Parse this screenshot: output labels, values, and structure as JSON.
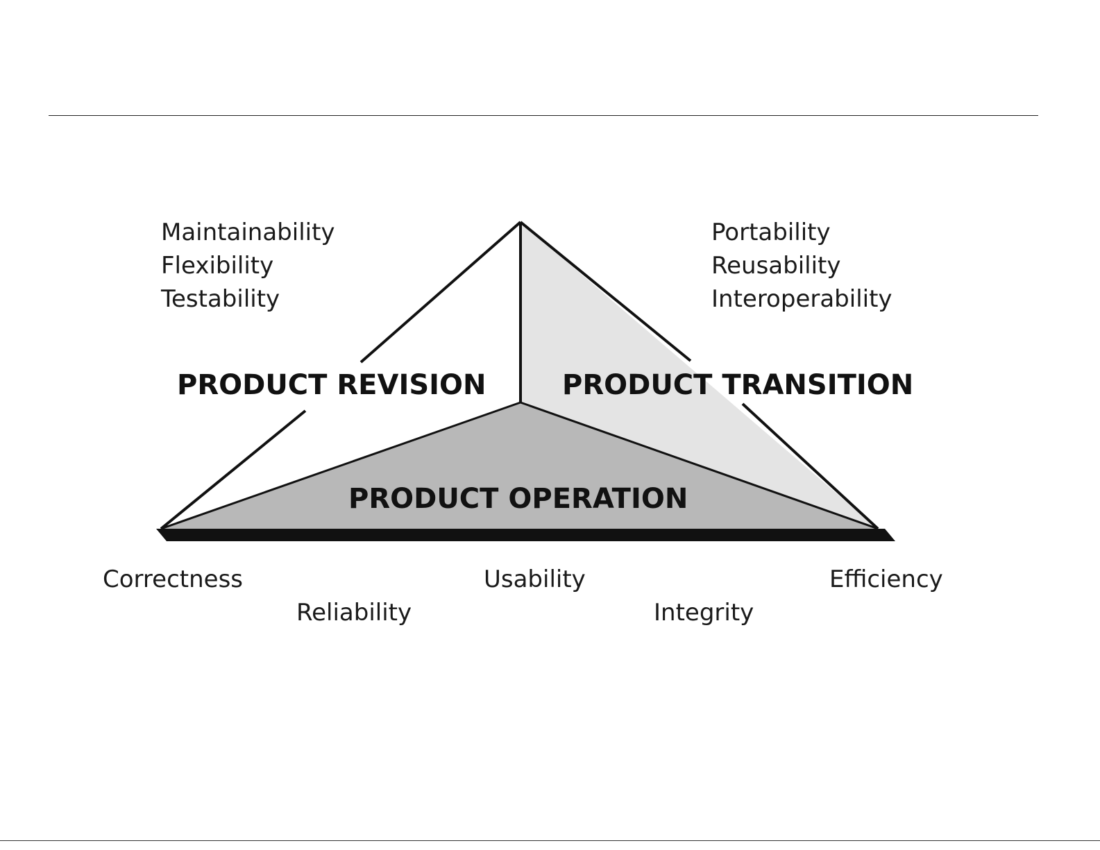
{
  "diagram": {
    "categories": {
      "revision": "PRODUCT REVISION",
      "transition": "PRODUCT TRANSITION",
      "operation": "PRODUCT OPERATION"
    },
    "revision_factors": [
      "Maintainability",
      "Flexibility",
      "Testability"
    ],
    "transition_factors": [
      "Portability",
      "Reusability",
      "Interoperability"
    ],
    "operation_factors": [
      "Correctness",
      "Reliability",
      "Usability",
      "Integrity",
      "Efficiency"
    ],
    "colors": {
      "revision_face": "#ffffff",
      "transition_face": "#e4e4e4",
      "operation_face": "#b8b8b8",
      "edge": "#111111"
    }
  }
}
